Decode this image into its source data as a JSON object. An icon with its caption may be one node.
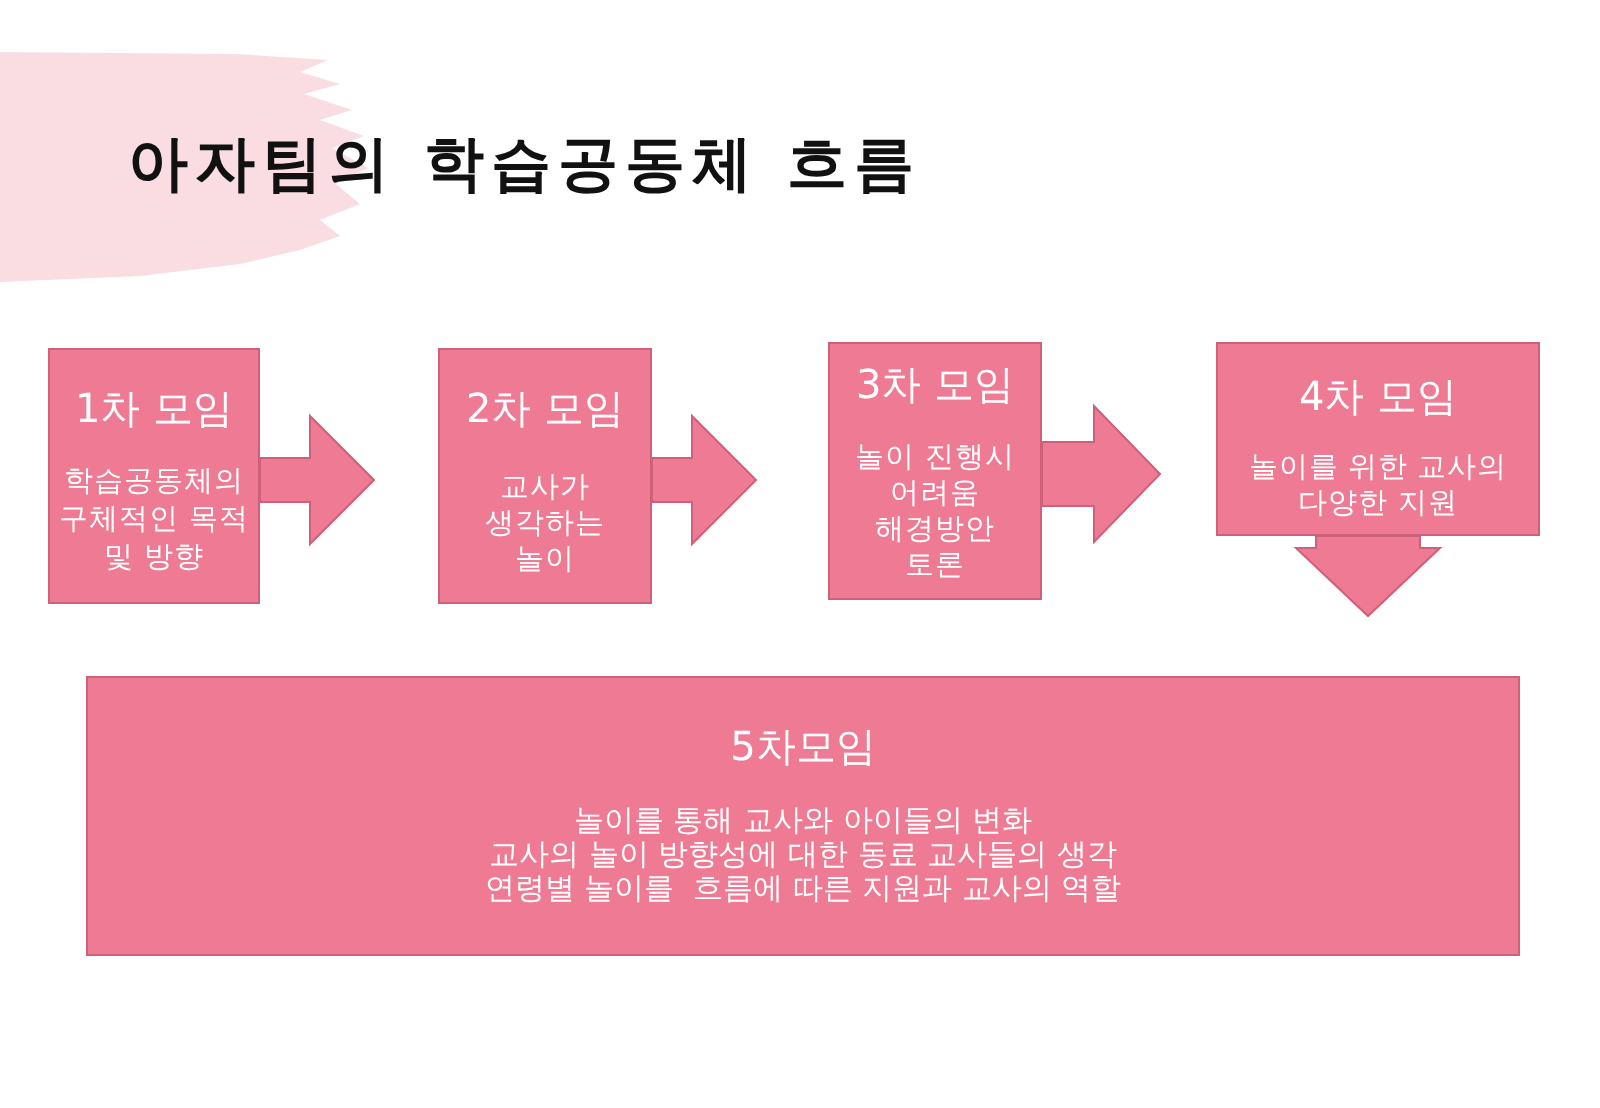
{
  "diagram": {
    "title": "아자팀의 학습공동체 흐름",
    "nodes": [
      {
        "text": [
          "1차 모임",
          "학습공동체의 구체적인 목적 및 방향"
        ]
      },
      {
        "text": [
          "2차 모임",
          "교사가 생각하는 놀이"
        ]
      },
      {
        "text": [
          "3차 모임",
          "놀이 진행시 어려움 해경방안 토론"
        ]
      },
      {
        "text": [
          "4차 모임",
          "놀이를 위한 교사의 다양한 지원"
        ]
      },
      {
        "text": [
          "5차모임",
          "놀이를 통해 교사와 아이들의 변화",
          "교사의 놀이 방향성에 대한 동료 교사들의 생각",
          "연령별 놀이를  흐름에 따른 지원과 교사의 역할"
        ]
      }
    ],
    "edges": [
      {
        "from": 0,
        "to": 1,
        "arrow": "to"
      },
      {
        "from": 1,
        "to": 2,
        "arrow": "to"
      },
      {
        "from": 2,
        "to": 3,
        "arrow": "to"
      },
      {
        "from": 3,
        "to": 4,
        "arrow": "to"
      }
    ]
  }
}
